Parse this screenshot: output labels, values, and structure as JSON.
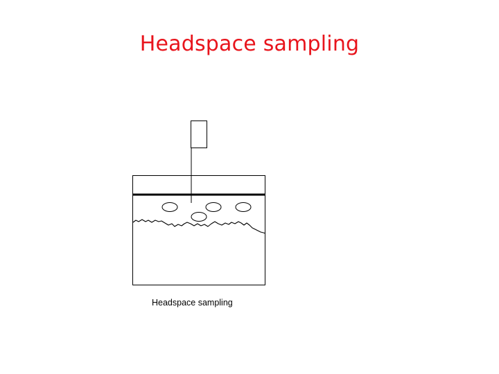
{
  "slide": {
    "title": "Headspace sampling",
    "title_color": "#E8141C",
    "caption": "Headspace sampling"
  },
  "diagram": {
    "line_color": "#000000",
    "bubble_count": 4
  }
}
